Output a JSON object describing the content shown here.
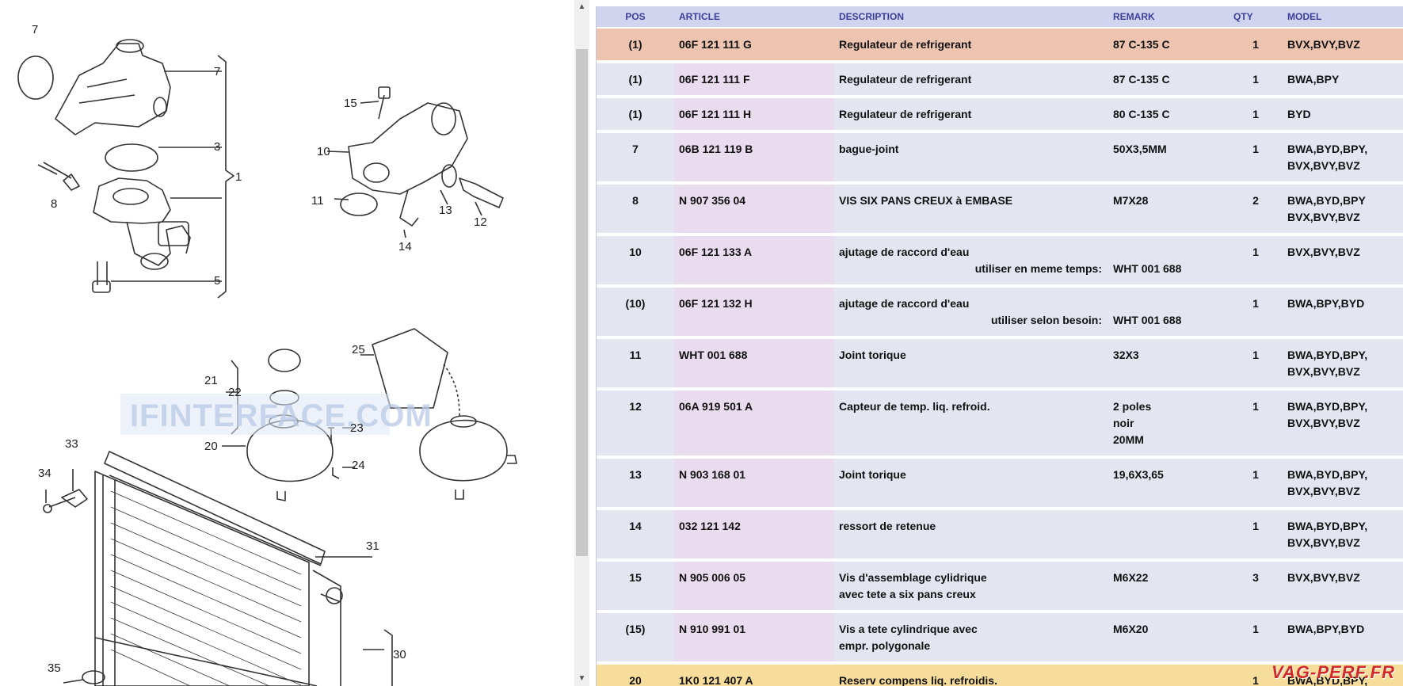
{
  "diagram": {
    "watermark": "IFINTERFACE.COM",
    "callouts": [
      "7",
      "7",
      "3",
      "1",
      "8",
      "5",
      "15",
      "10",
      "11",
      "13",
      "12",
      "14",
      "25",
      "21",
      "22",
      "23",
      "20",
      "24",
      "33",
      "34",
      "31",
      "35",
      "30"
    ]
  },
  "table": {
    "headers": {
      "pos": "POS",
      "article": "ARTICLE",
      "description": "DESCRIPTION",
      "remark": "REMARK",
      "qty": "QTY",
      "model": "MODEL"
    },
    "rows": [
      {
        "pos": "(1)",
        "article": "06F 121 111 G",
        "desc1": "Regulateur de refrigerant",
        "desc2": "",
        "note": "",
        "remark": [
          "87 C-135 C"
        ],
        "qty": "1",
        "model": [
          "BVX,BVY,BVZ"
        ],
        "style": "highlight"
      },
      {
        "pos": "(1)",
        "article": "06F 121 111 F",
        "desc1": "Regulateur de refrigerant",
        "desc2": "",
        "note": "",
        "remark": [
          "87 C-135 C"
        ],
        "qty": "1",
        "model": [
          "BWA,BPY"
        ],
        "style": ""
      },
      {
        "pos": "(1)",
        "article": "06F 121 111 H",
        "desc1": "Regulateur de refrigerant",
        "desc2": "",
        "note": "",
        "remark": [
          "80 C-135 C"
        ],
        "qty": "1",
        "model": [
          "BYD"
        ],
        "style": ""
      },
      {
        "pos": "7",
        "article": "06B 121 119 B",
        "desc1": "bague-joint",
        "desc2": "",
        "note": "",
        "remark": [
          "50X3,5MM"
        ],
        "qty": "1",
        "model": [
          "BWA,BYD,BPY,",
          "BVX,BVY,BVZ"
        ],
        "style": ""
      },
      {
        "pos": "8",
        "article": "N   907 356 04",
        "desc1": "VIS SIX PANS CREUX à EMBASE",
        "desc2": "",
        "note": "",
        "remark": [
          "M7X28"
        ],
        "qty": "2",
        "model": [
          "BWA,BYD,BPY",
          "BVX,BVY,BVZ"
        ],
        "style": ""
      },
      {
        "pos": "10",
        "article": "06F 121 133 A",
        "desc1": "ajutage de raccord d'eau",
        "desc2": "",
        "note": "utiliser en meme temps:",
        "remark": [
          "",
          "WHT 001 688"
        ],
        "qty": "1",
        "model": [
          "BVX,BVY,BVZ"
        ],
        "style": ""
      },
      {
        "pos": "(10)",
        "article": "06F 121 132 H",
        "desc1": "ajutage de raccord d'eau",
        "desc2": "",
        "note": "utiliser selon besoin:",
        "remark": [
          "",
          "WHT 001 688"
        ],
        "qty": "1",
        "model": [
          "BWA,BPY,BYD"
        ],
        "style": ""
      },
      {
        "pos": "11",
        "article": "WHT 001 688",
        "desc1": "Joint torique",
        "desc2": "",
        "note": "",
        "remark": [
          "32X3"
        ],
        "qty": "1",
        "model": [
          "BWA,BYD,BPY,",
          "BVX,BVY,BVZ"
        ],
        "style": ""
      },
      {
        "pos": "12",
        "article": "06A 919 501 A",
        "desc1": "Capteur de temp. liq. refroid.",
        "desc2": "",
        "note": "",
        "remark": [
          "2 poles",
          "noir",
          "20MM"
        ],
        "qty": "1",
        "model": [
          "BWA,BYD,BPY,",
          "BVX,BVY,BVZ"
        ],
        "style": ""
      },
      {
        "pos": "13",
        "article": "N   903 168 01",
        "desc1": "Joint torique",
        "desc2": "",
        "note": "",
        "remark": [
          "19,6X3,65"
        ],
        "qty": "1",
        "model": [
          "BWA,BYD,BPY,",
          "BVX,BVY,BVZ"
        ],
        "style": ""
      },
      {
        "pos": "14",
        "article": "032 121 142",
        "desc1": "ressort de retenue",
        "desc2": "",
        "note": "",
        "remark": [
          ""
        ],
        "qty": "1",
        "model": [
          "BWA,BYD,BPY,",
          "BVX,BVY,BVZ"
        ],
        "style": ""
      },
      {
        "pos": "15",
        "article": "N   905 006 05",
        "desc1": "Vis d'assemblage cylidrique",
        "desc2": "avec tete a six pans creux",
        "note": "",
        "remark": [
          "M6X22"
        ],
        "qty": "3",
        "model": [
          "BVX,BVY,BVZ"
        ],
        "style": ""
      },
      {
        "pos": "(15)",
        "article": "N   910 991 01",
        "desc1": "Vis a tete cylindrique avec",
        "desc2": "empr. polygonale",
        "note": "",
        "remark": [
          "M6X20"
        ],
        "qty": "1",
        "model": [
          "BWA,BPY,BYD"
        ],
        "style": ""
      },
      {
        "pos": "20",
        "article": "1K0 121 407 A",
        "desc1": "Reserv compens liq. refroidis.",
        "desc2": "",
        "note": "",
        "remark": [
          ""
        ],
        "qty": "1",
        "model": [
          "BWA,BYD,BPY,"
        ],
        "style": "yellow"
      }
    ]
  },
  "brand": "VAG-PERF.FR"
}
